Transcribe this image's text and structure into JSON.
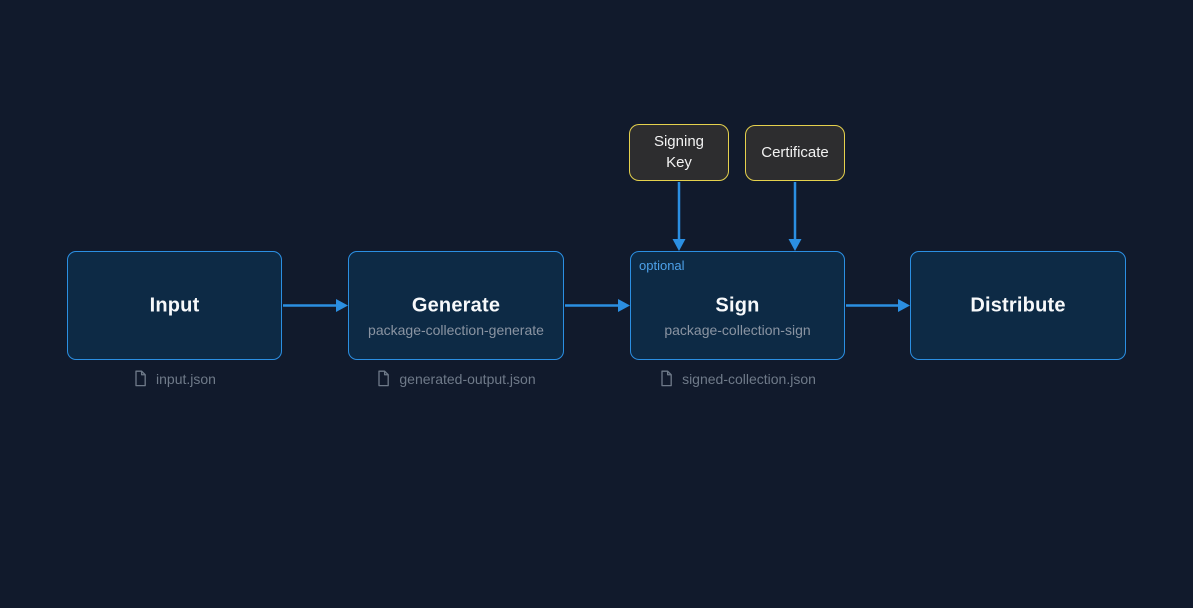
{
  "colors": {
    "background": "#111a2c",
    "accent_blue": "#2b8fe2",
    "stage_fill": "#0d2a45",
    "optional_blue": "#4da0e8",
    "resource_yellow": "#e5d14d",
    "resource_fill": "#2d2d2f",
    "title_text": "#f7f9fb",
    "muted_text": "#8a94a2",
    "file_text": "#6f7a89"
  },
  "pipeline": {
    "stages": [
      {
        "id": "input",
        "title": "Input",
        "subtitle": "",
        "file": "input.json"
      },
      {
        "id": "generate",
        "title": "Generate",
        "subtitle": "package-collection-generate",
        "file": "generated-output.json"
      },
      {
        "id": "sign",
        "title": "Sign",
        "subtitle": "package-collection-sign",
        "badge": "optional",
        "file": "signed-collection.json"
      },
      {
        "id": "distribute",
        "title": "Distribute",
        "subtitle": ""
      }
    ],
    "inputs": [
      {
        "id": "signing-key",
        "label": "Signing Key",
        "feeds": "sign"
      },
      {
        "id": "certificate",
        "label": "Certificate",
        "feeds": "sign"
      }
    ],
    "connections": [
      {
        "from": "input",
        "to": "generate"
      },
      {
        "from": "generate",
        "to": "sign"
      },
      {
        "from": "sign",
        "to": "distribute"
      },
      {
        "from": "signing-key",
        "to": "sign"
      },
      {
        "from": "certificate",
        "to": "sign"
      }
    ],
    "icons": {
      "file_icon": "document-outline-folded-corner"
    }
  }
}
